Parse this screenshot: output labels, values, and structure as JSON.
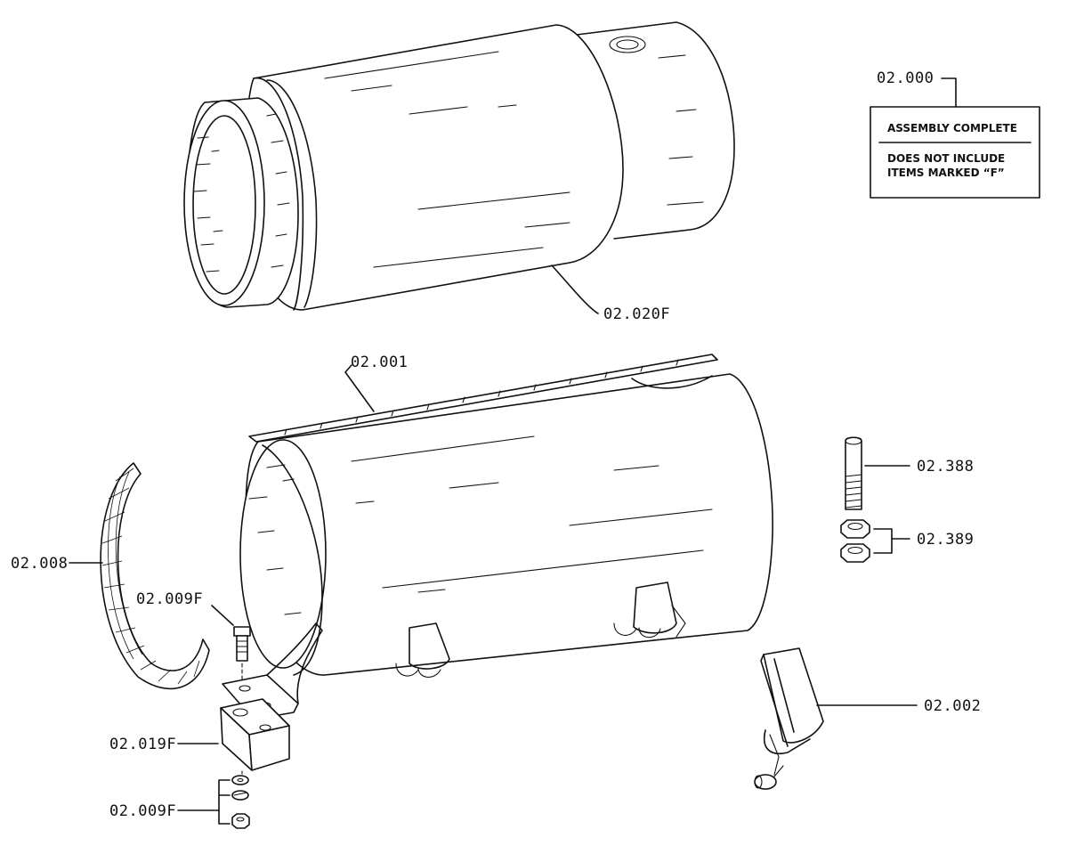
{
  "assembly_note": {
    "part_number": "02.000",
    "line1": "ASSEMBLY COMPLETE",
    "line2": "DOES NOT INCLUDE",
    "line3": "ITEMS MARKED “F”"
  },
  "callouts": {
    "p02_020F": "02.020F",
    "p02_001": "02.001",
    "p02_388": "02.388",
    "p02_389": "02.389",
    "p02_008": "02.008",
    "p02_009F_upper": "02.009F",
    "p02_019F": "02.019F",
    "p02_009F_lower": "02.009F",
    "p02_002": "02.002"
  }
}
